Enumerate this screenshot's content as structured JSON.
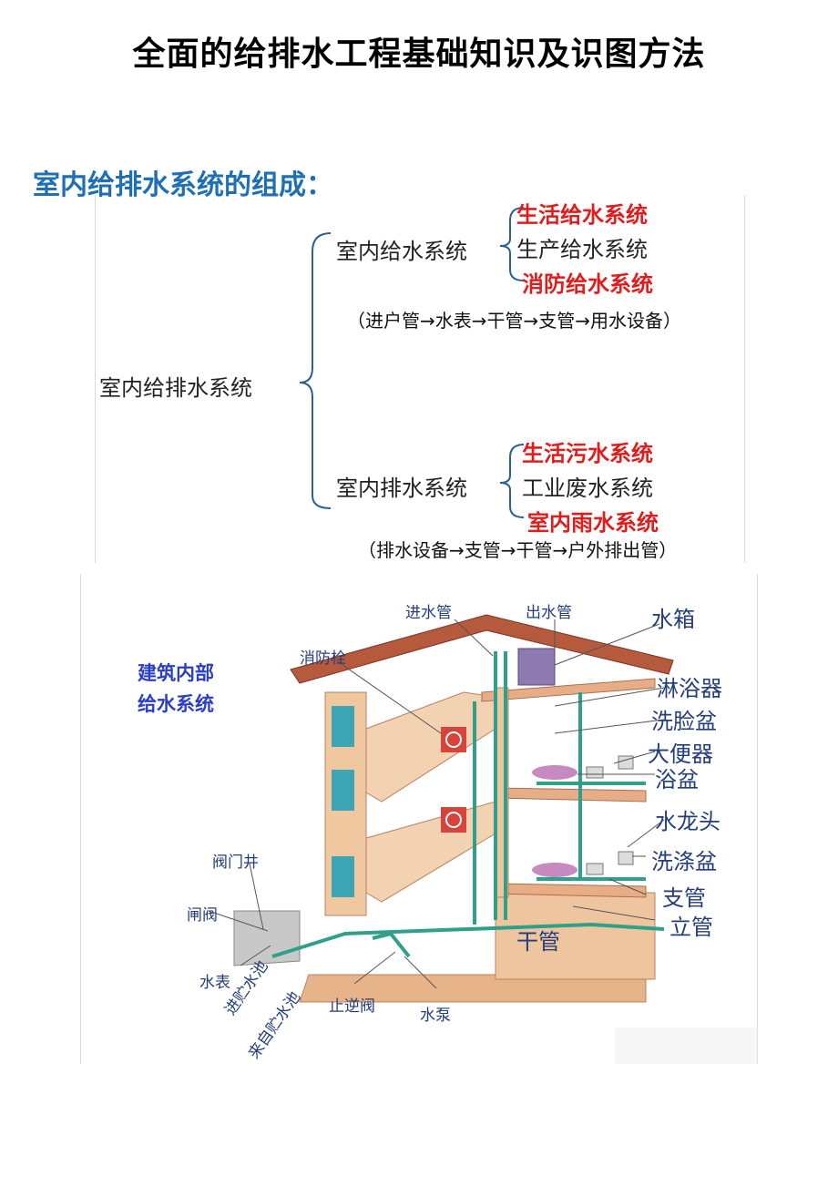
{
  "document": {
    "title": "全面的给排水工程基础知识及识图方法",
    "section_heading": "室内给排水系统的组成："
  },
  "tree": {
    "root": "室内给排水系统",
    "supply": {
      "label": "室内给水系统",
      "items": [
        "生活给水系统",
        "生产给水系统",
        "消防给水系统"
      ],
      "flow": "（进户管→水表→干管→支管→用水设备）"
    },
    "drainage": {
      "label": "室内排水系统",
      "items": [
        "生活污水系统",
        "工业废水系统",
        "室内雨水系统"
      ],
      "flow": "（排水设备→支管→干管→户外排出管）"
    },
    "colors": {
      "highlight": "#e01c1c",
      "normal": "#222222",
      "bracket": "#2d5f8f"
    }
  },
  "diagram": {
    "title_line1": "建筑内部",
    "title_line2": "给水系统",
    "labels": {
      "inlet_pipe": "进水管",
      "outlet_pipe": "出水管",
      "water_tank": "水箱",
      "fire_hydrant": "消防栓",
      "shower": "淋浴器",
      "washbasin": "洗脸盆",
      "toilet": "大便器",
      "bathtub": "浴盆",
      "faucet": "水龙头",
      "sink": "洗涤盆",
      "branch_pipe": "支管",
      "riser": "立管",
      "main_pipe": "干管",
      "valve_well": "阀门井",
      "gate_valve": "闸阀",
      "water_meter": "水表",
      "to_reservoir": "进贮水池",
      "from_reservoir": "来自贮水池",
      "check_valve": "止逆阀",
      "pump": "水泵"
    },
    "colors": {
      "pipe": "#2fa08a",
      "wall": "#e8b98e",
      "roof": "#b55a3c",
      "label": "#233e78",
      "title": "#2b3fc4"
    }
  }
}
